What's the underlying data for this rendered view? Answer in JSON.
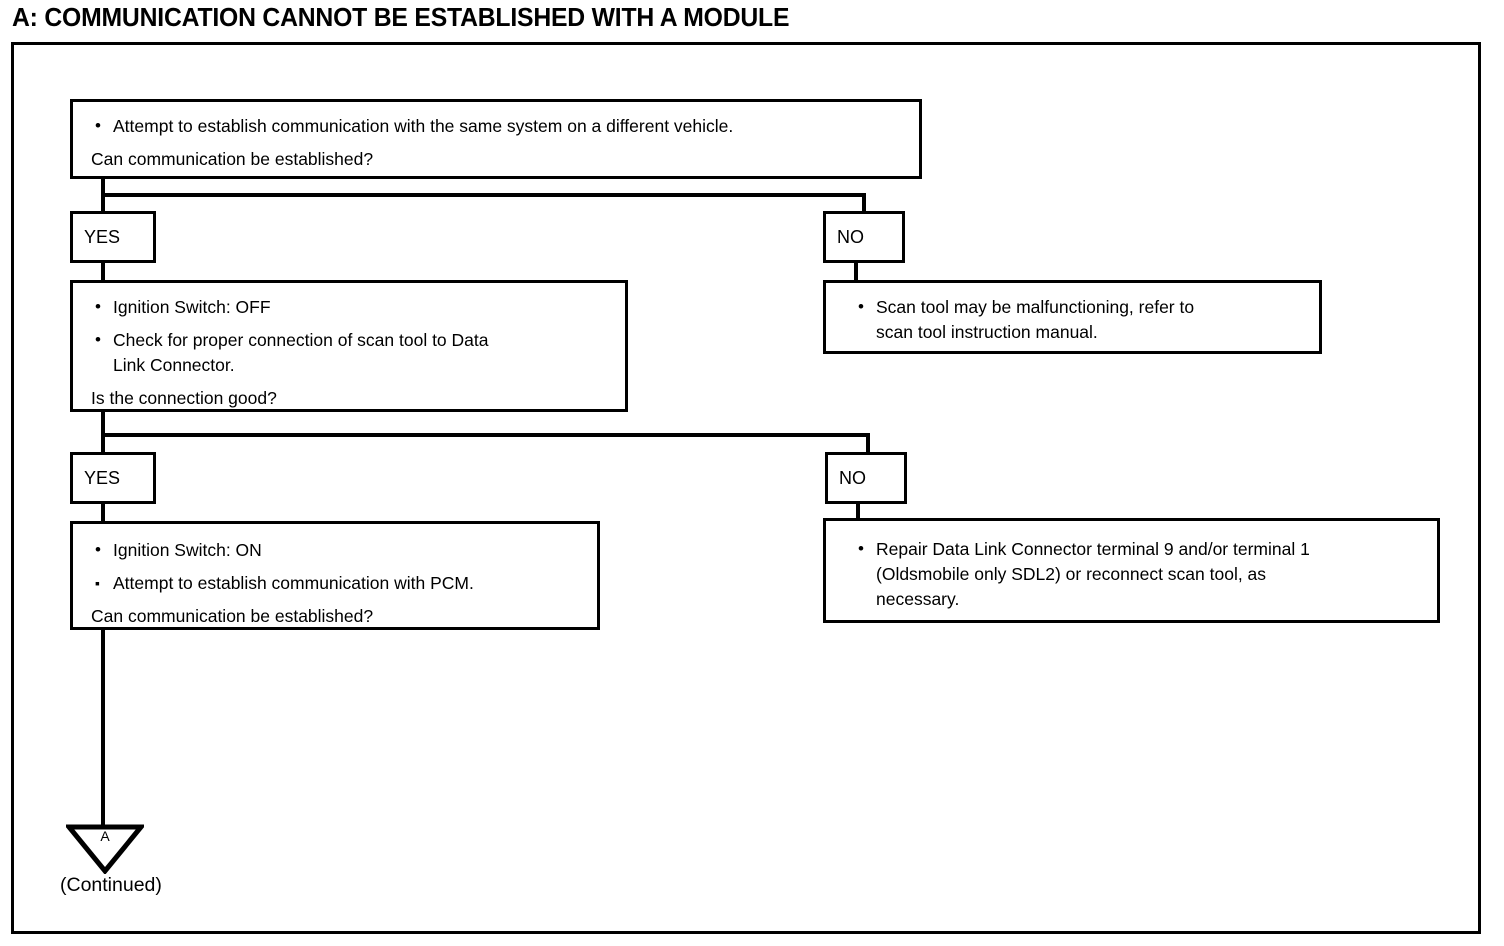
{
  "page": {
    "heading": "A:  COMMUNICATION CANNOT BE ESTABLISHED WITH A MODULE",
    "heading_prefix": "A:",
    "background_color": "#ffffff",
    "line_color": "#000000"
  },
  "flowchart": {
    "type": "diagnostic-flowchart",
    "steps": [
      {
        "id": "step-1",
        "bullets": [
          "Attempt to establish communication with the same system on a different vehicle."
        ],
        "question": "Can communication be established?"
      },
      {
        "id": "step-2-yes",
        "branch_label": "YES",
        "bullets": [
          "Ignition Switch:  OFF",
          "Check for proper connection of scan tool to Data\nLink Connector."
        ],
        "question": "Is the connection good?"
      },
      {
        "id": "step-2-no",
        "branch_label": "NO",
        "bullets": [
          "Scan tool may be malfunctioning, refer to\nscan tool instruction manual."
        ],
        "question": ""
      },
      {
        "id": "step-3-yes",
        "branch_label": "YES",
        "bullets": [
          "Ignition Switch:  ON",
          "Attempt to establish communication with PCM."
        ],
        "question": "Can communication be established?"
      },
      {
        "id": "step-3-no",
        "branch_label": "NO",
        "bullets": [
          "Repair Data Link Connector terminal 9 and/or terminal 1\n(Oldsmobile only SDL2) or reconnect scan tool, as\nnecessary."
        ],
        "question": ""
      }
    ],
    "connector": {
      "letter": "A",
      "caption": "(Continued)"
    }
  }
}
